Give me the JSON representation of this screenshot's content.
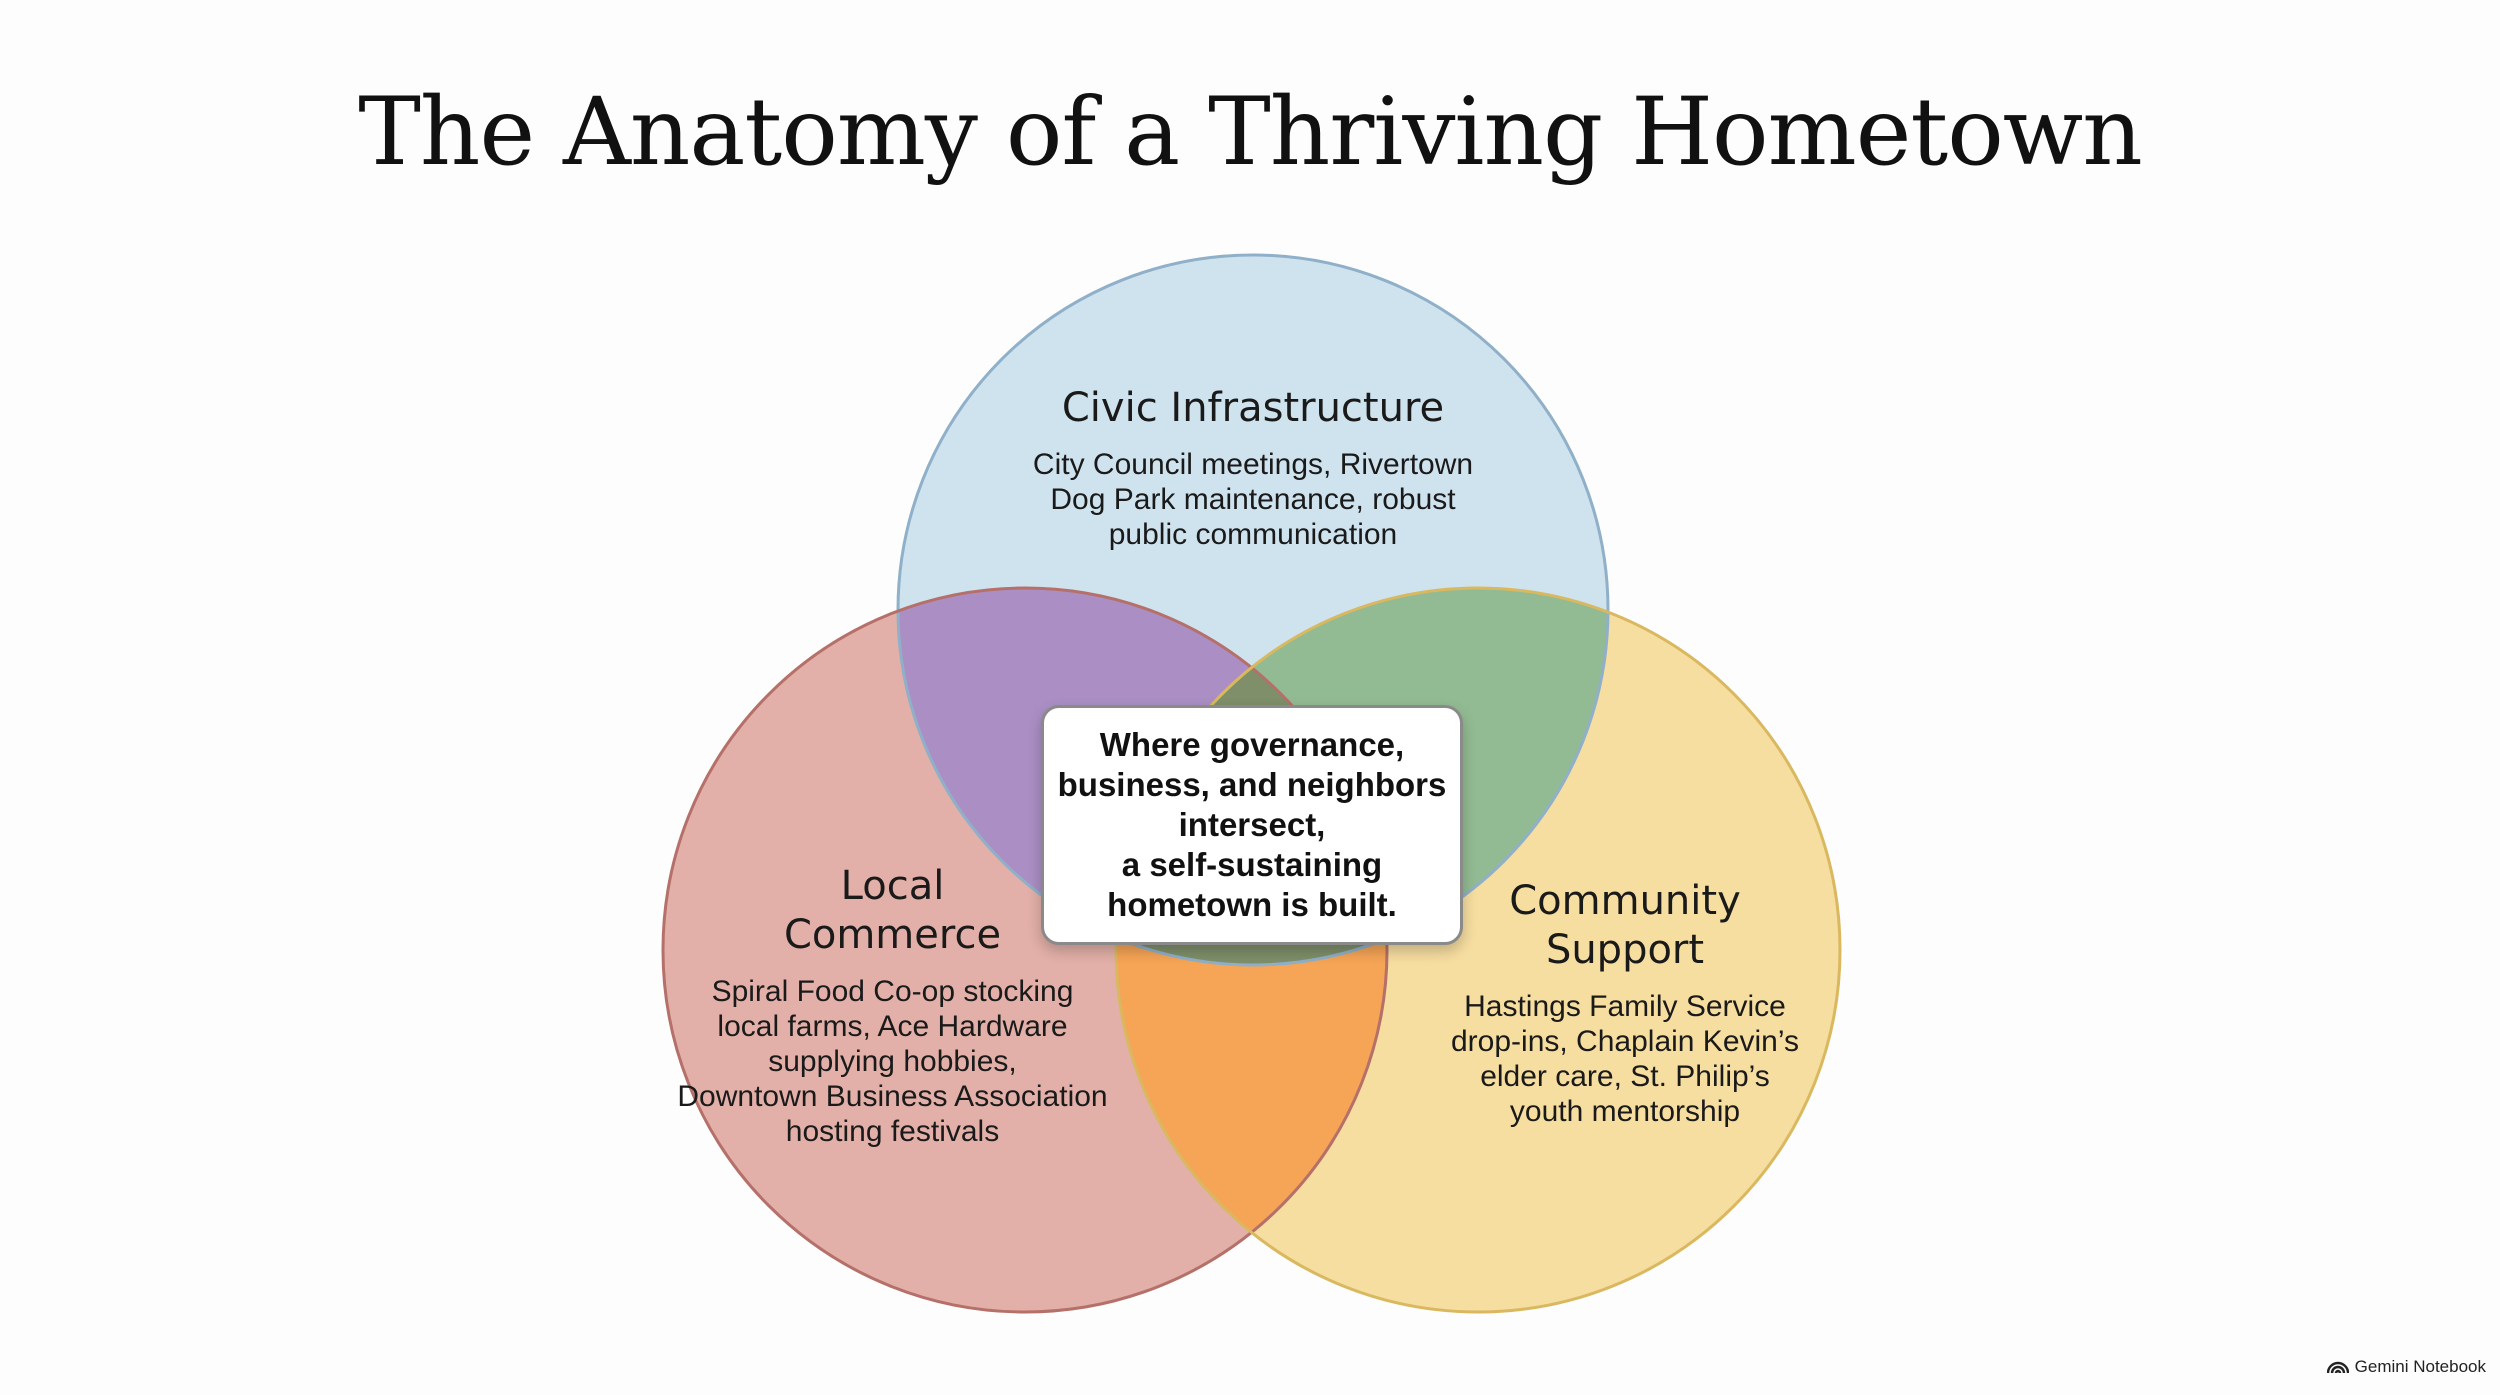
{
  "title": "The Anatomy of a Thriving Hometown",
  "circles": {
    "civic": {
      "heading": "Civic Infrastructure",
      "body": "City Council meetings, Rivertown\nDog Park maintenance, robust\npublic communication",
      "color": "#cfe3ef"
    },
    "commerce": {
      "heading": "Local\nCommerce",
      "body": "Spiral Food Co-op stocking\nlocal farms, Ace Hardware\nsupplying hobbies,\nDowntown Business Association\nhosting festivals",
      "color": "#e2b0a8"
    },
    "community": {
      "heading": "Community\nSupport",
      "body": "Hastings Family Service\ndrop-ins, Chaplain Kevin’s\nelder care, St. Philip’s\nyouth mentorship",
      "color": "#f6dda0"
    }
  },
  "intersections": {
    "civic_commerce": "#ab8fc4",
    "civic_community": "#93bb93",
    "commerce_community": "#f6a455",
    "center": "#7e8f6a"
  },
  "center_box": {
    "text": "Where governance,\nbusiness, and neighbors\nintersect,\na self-sustaining\nhometown is built."
  },
  "watermark": {
    "icon": "notebook-logo-icon",
    "text": "Gemini Notebook"
  }
}
